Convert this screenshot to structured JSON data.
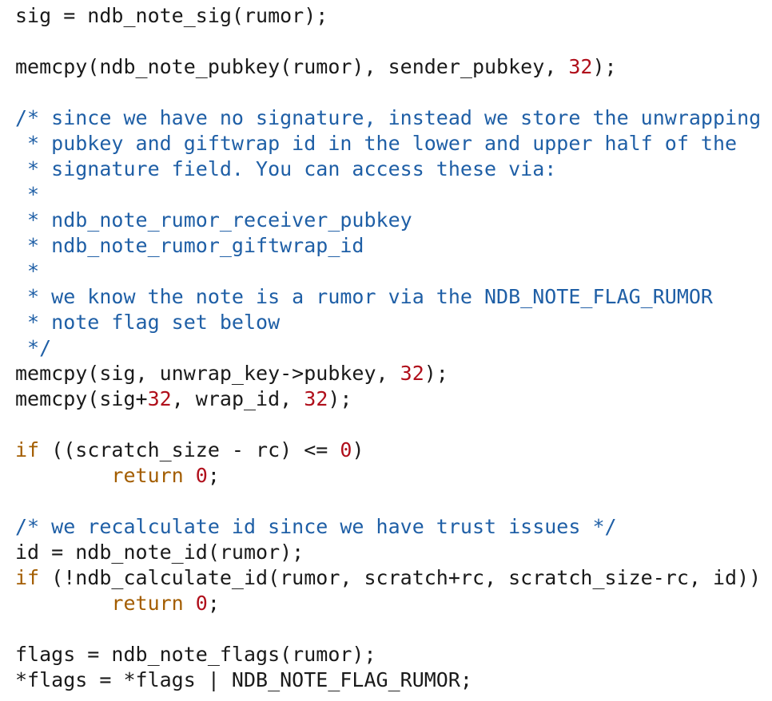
{
  "colors": {
    "background": "#ffffff",
    "plain": "#1a1a1a",
    "comment": "#1f5fa6",
    "number": "#b00f1b",
    "keyword": "#a35d00"
  },
  "code": {
    "lines": [
      [
        {
          "t": "plain",
          "s": "sig = ndb_note_sig(rumor);"
        }
      ],
      [],
      [
        {
          "t": "plain",
          "s": "memcpy(ndb_note_pubkey(rumor), sender_pubkey, "
        },
        {
          "t": "number",
          "s": "32"
        },
        {
          "t": "plain",
          "s": ");"
        }
      ],
      [],
      [
        {
          "t": "comment",
          "s": "/* since we have no signature, instead we store the unwrapping"
        }
      ],
      [
        {
          "t": "comment",
          "s": " * pubkey and giftwrap id in the lower and upper half of the"
        }
      ],
      [
        {
          "t": "comment",
          "s": " * signature field. You can access these via:"
        }
      ],
      [
        {
          "t": "comment",
          "s": " *"
        }
      ],
      [
        {
          "t": "comment",
          "s": " * ndb_note_rumor_receiver_pubkey"
        }
      ],
      [
        {
          "t": "comment",
          "s": " * ndb_note_rumor_giftwrap_id"
        }
      ],
      [
        {
          "t": "comment",
          "s": " *"
        }
      ],
      [
        {
          "t": "comment",
          "s": " * we know the note is a rumor via the NDB_NOTE_FLAG_RUMOR"
        }
      ],
      [
        {
          "t": "comment",
          "s": " * note flag set below"
        }
      ],
      [
        {
          "t": "comment",
          "s": " */"
        }
      ],
      [
        {
          "t": "plain",
          "s": "memcpy(sig, unwrap_key->pubkey, "
        },
        {
          "t": "number",
          "s": "32"
        },
        {
          "t": "plain",
          "s": ");"
        }
      ],
      [
        {
          "t": "plain",
          "s": "memcpy(sig+"
        },
        {
          "t": "number",
          "s": "32"
        },
        {
          "t": "plain",
          "s": ", wrap_id, "
        },
        {
          "t": "number",
          "s": "32"
        },
        {
          "t": "plain",
          "s": ");"
        }
      ],
      [],
      [
        {
          "t": "keyword",
          "s": "if"
        },
        {
          "t": "plain",
          "s": " ((scratch_size - rc) <= "
        },
        {
          "t": "number",
          "s": "0"
        },
        {
          "t": "plain",
          "s": ")"
        }
      ],
      [
        {
          "t": "plain",
          "s": "        "
        },
        {
          "t": "keyword",
          "s": "return"
        },
        {
          "t": "plain",
          "s": " "
        },
        {
          "t": "number",
          "s": "0"
        },
        {
          "t": "plain",
          "s": ";"
        }
      ],
      [],
      [
        {
          "t": "comment",
          "s": "/* we recalculate id since we have trust issues */"
        }
      ],
      [
        {
          "t": "plain",
          "s": "id = ndb_note_id(rumor);"
        }
      ],
      [
        {
          "t": "keyword",
          "s": "if"
        },
        {
          "t": "plain",
          "s": " (!ndb_calculate_id(rumor, scratch+rc, scratch_size-rc, id))"
        }
      ],
      [
        {
          "t": "plain",
          "s": "        "
        },
        {
          "t": "keyword",
          "s": "return"
        },
        {
          "t": "plain",
          "s": " "
        },
        {
          "t": "number",
          "s": "0"
        },
        {
          "t": "plain",
          "s": ";"
        }
      ],
      [],
      [
        {
          "t": "plain",
          "s": "flags = ndb_note_flags(rumor);"
        }
      ],
      [
        {
          "t": "plain",
          "s": "*flags = *flags | NDB_NOTE_FLAG_RUMOR;"
        }
      ]
    ]
  }
}
